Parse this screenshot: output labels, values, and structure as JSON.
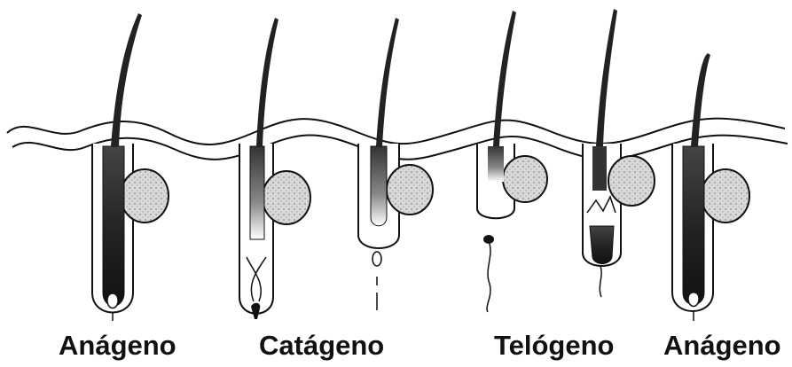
{
  "labels": [
    "Anágeno",
    "Catágeno",
    "Telógeno",
    "Anágeno"
  ],
  "colors": {
    "ink": "#111111",
    "hair": "#2b2b2b",
    "gland": "#cfcfcf",
    "background": "#ffffff"
  },
  "stages": [
    "anagen",
    "catagen-early",
    "catagen-late",
    "telogen",
    "early-anagen",
    "anagen"
  ]
}
